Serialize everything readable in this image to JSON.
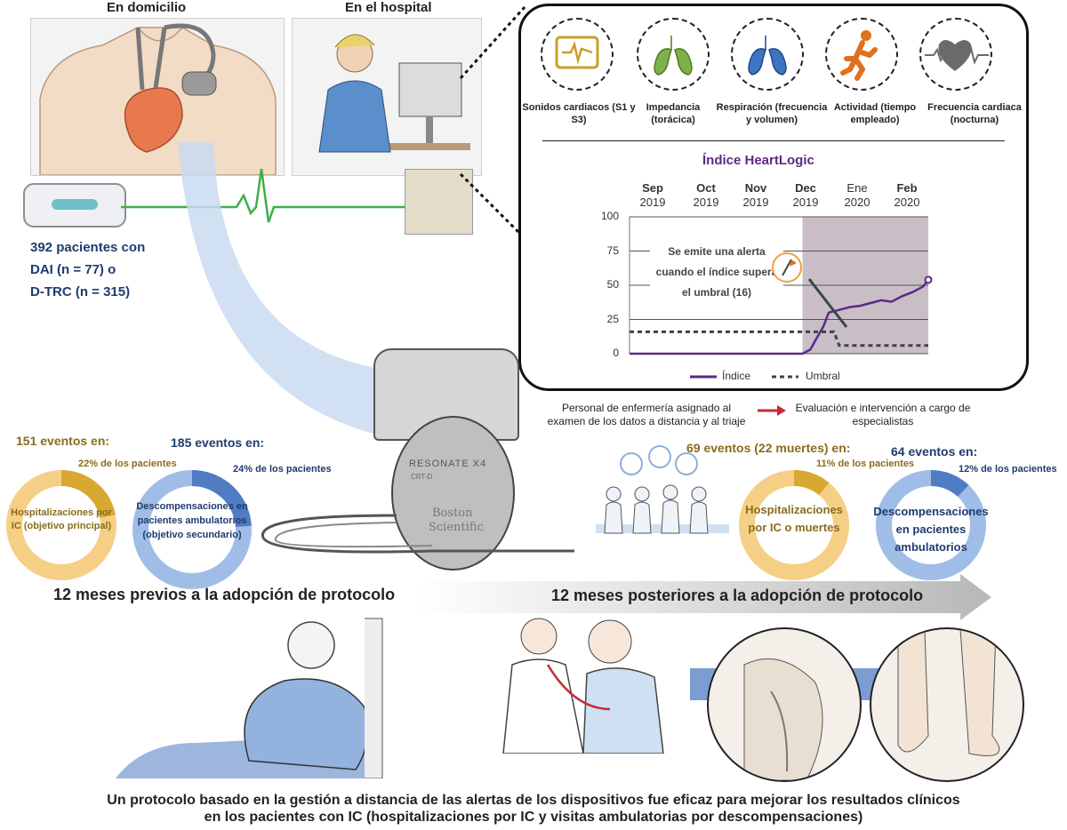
{
  "top_labels": {
    "home": "En domicilio",
    "hospital": "En el hospital"
  },
  "patients": {
    "line1": "392 pacientes con",
    "line2": "DAI (n = 77) o",
    "line3": "D-TRC (n = 315)"
  },
  "metrics": [
    {
      "icon": "heart-monitor-icon",
      "label": "Sonidos cardiacos (S1 y S3)"
    },
    {
      "icon": "lungs-icon",
      "label": "Impedancia (torácica)"
    },
    {
      "icon": "lungs-blue-icon",
      "label": "Respiración (frecuencia y volumen)"
    },
    {
      "icon": "running-person-icon",
      "label": "Actividad (tiempo empleado)"
    },
    {
      "icon": "heart-rate-icon",
      "label": "Frecuencia cardiaca (nocturna)"
    }
  ],
  "chart_data": {
    "type": "line",
    "title": "Índice HeartLogic",
    "x_labels": [
      {
        "month": "Sep",
        "year": "2019"
      },
      {
        "month": "Oct",
        "year": "2019"
      },
      {
        "month": "Nov",
        "year": "2019"
      },
      {
        "month": "Dec",
        "year": "2019"
      },
      {
        "month": "Ene",
        "year": "2020"
      },
      {
        "month": "Feb",
        "year": "2020"
      }
    ],
    "y_ticks": [
      "100",
      "75",
      "50",
      "25",
      "0"
    ],
    "ylim": [
      0,
      100
    ],
    "grid": true,
    "annotation": {
      "line1": "Se emite una alerta",
      "line2": "cuando el índice supera",
      "line3": "el umbral (16)"
    },
    "series": [
      {
        "name": "Índice",
        "color": "#5b2a86",
        "style": "solid",
        "x": [
          0,
          3.0,
          3.3,
          3.45,
          3.55,
          3.7,
          3.8,
          4.0,
          4.2,
          4.4,
          4.6,
          4.8,
          5.0,
          5.2,
          5.4,
          5.6,
          5.7
        ],
        "y": [
          0,
          0,
          0,
          3,
          10,
          20,
          30,
          32,
          34,
          35,
          37,
          39,
          38,
          42,
          45,
          49,
          54
        ]
      },
      {
        "name": "Umbral",
        "color": "#3a4450",
        "style": "dashed",
        "x": [
          0,
          3.9,
          4.0,
          5.7
        ],
        "y": [
          16,
          16,
          6,
          6
        ]
      }
    ],
    "alert_region": {
      "x_start": 3.3,
      "x_end": 5.7,
      "color": "#c9bec6"
    }
  },
  "workflow": {
    "left": "Personal de enfermería asignado al examen de los datos a distancia y al triaje",
    "right": "Evaluación e intervención a cargo de especialistas"
  },
  "before": {
    "header": "12 meses previos a la adopción de protocolo",
    "hosp": {
      "events": "151 eventos en:",
      "pct_label": "22% de los pacientes",
      "pct": 22,
      "center": "Hospitalizaciones por IC (objetivo principal)",
      "color": "#f6cf86",
      "accent": "#d9a832"
    },
    "decomp": {
      "events": "185 eventos en:",
      "pct_label": "24% de los pacientes",
      "pct": 24,
      "center": "Descompensaciones en pacientes ambulatorios (objetivo secundario)",
      "color": "#9fbde6",
      "accent": "#4f7cc2"
    }
  },
  "after": {
    "header": "12 meses posteriores a la adopción de protocolo",
    "hosp": {
      "events": "69 eventos (22 muertes) en:",
      "pct_label": "11% de los pacientes",
      "pct": 11,
      "center": "Hospitalizaciones por IC o muertes",
      "color": "#f6cf86",
      "accent": "#d9a832"
    },
    "decomp": {
      "events": "64 eventos en:",
      "pct_label": "12% de los pacientes",
      "pct": 12,
      "center": "Descompensaciones en pacientes ambulatorios",
      "color": "#9fbde6",
      "accent": "#4f7cc2"
    }
  },
  "device_text": {
    "model": "RESONATE X4",
    "sub": "CRT-D",
    "brand1": "Boston",
    "brand2": "Scientific"
  },
  "conclusion": {
    "line1": "Un protocolo basado en la gestión a distancia de las alertas de los dispositivos fue eficaz para mejorar los resultados clínicos",
    "line2": "en los pacientes con IC (hospitalizaciones por IC y visitas ambulatorias por descompensaciones)"
  }
}
